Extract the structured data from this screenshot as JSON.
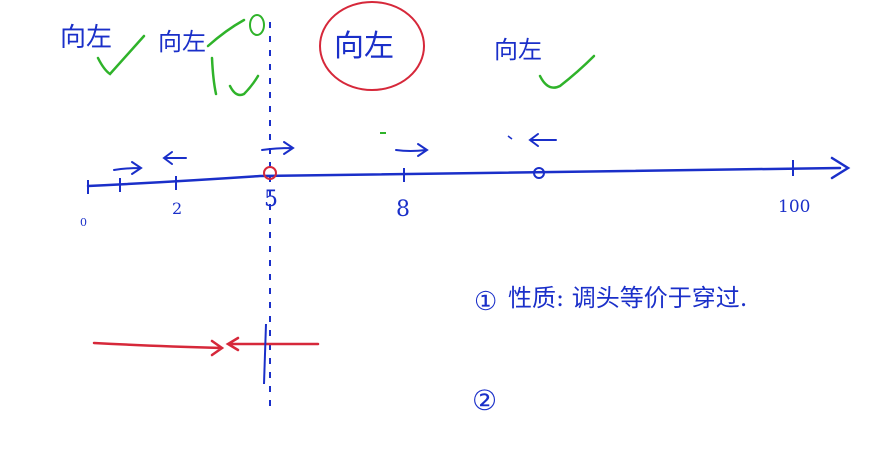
{
  "header_labels": {
    "left_1": "向左",
    "left_2": "向左",
    "circled": "向左",
    "right": "向左"
  },
  "number_line": {
    "tick_0": "0",
    "tick_2": "2",
    "tick_5": "5",
    "tick_8": "8",
    "tick_100": "100"
  },
  "notes": {
    "point_1_mark": "①",
    "point_1_text": "性质: 调头等价于穿过.",
    "point_2_mark": "②"
  },
  "colors": {
    "ink_blue": "#1a2fc9",
    "ink_green": "#2fb32a",
    "ink_red": "#d6283a",
    "background": "#ffffff"
  }
}
